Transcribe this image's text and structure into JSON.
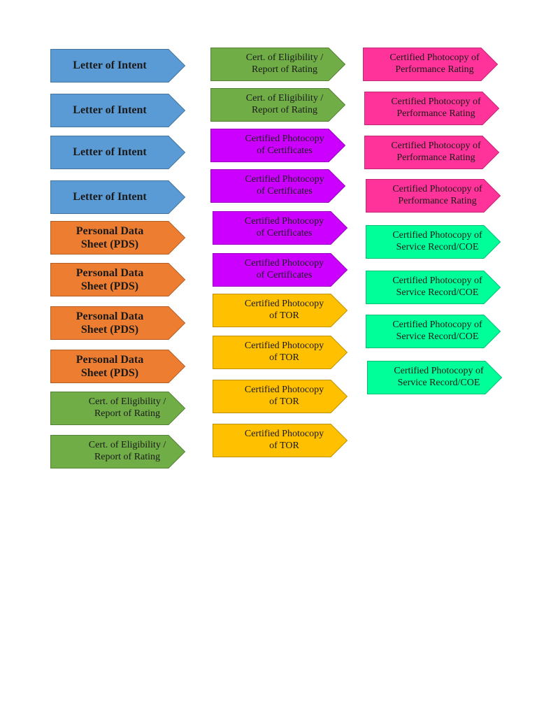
{
  "colors": {
    "blue": "#5b9bd5",
    "orange": "#ed7d31",
    "green": "#70ad47",
    "purple": "#cc00ff",
    "yellow": "#ffc000",
    "pink": "#ff3399",
    "mint": "#00ff99"
  },
  "labels": {
    "letter_of_intent": "Letter of Intent",
    "pds": "Personal Data\nSheet (PDS)",
    "eligibility": "Cert. of Eligibility /\nReport of Rating",
    "certificates": "Certified Photocopy\nof Certificates",
    "tor": "Certified Photocopy\nof TOR",
    "performance": "Certified Photocopy of\nPerformance Rating",
    "service": "Certified Photocopy of\nService Record/COE"
  },
  "columns": {
    "left": [
      {
        "label": "Letter of Intent",
        "color": "#5b9bd5"
      },
      {
        "label": "Letter of Intent",
        "color": "#5b9bd5"
      },
      {
        "label": "Letter of Intent",
        "color": "#5b9bd5"
      },
      {
        "label": "Letter of Intent",
        "color": "#5b9bd5"
      },
      {
        "label": "Personal Data\nSheet (PDS)",
        "color": "#ed7d31"
      },
      {
        "label": "Personal Data\nSheet (PDS)",
        "color": "#ed7d31"
      },
      {
        "label": "Personal Data\nSheet (PDS)",
        "color": "#ed7d31"
      },
      {
        "label": "Personal Data\nSheet (PDS)",
        "color": "#ed7d31"
      },
      {
        "label": "Cert. of Eligibility /\nReport of Rating",
        "color": "#70ad47"
      },
      {
        "label": "Cert. of Eligibility /\nReport of Rating",
        "color": "#70ad47"
      }
    ],
    "middle": [
      {
        "label": "Cert. of Eligibility /\nReport of Rating",
        "color": "#70ad47"
      },
      {
        "label": "Cert. of Eligibility /\nReport of Rating",
        "color": "#70ad47"
      },
      {
        "label": "Certified Photocopy\nof Certificates",
        "color": "#cc00ff"
      },
      {
        "label": "Certified Photocopy\nof Certificates",
        "color": "#cc00ff"
      },
      {
        "label": "Certified Photocopy\nof Certificates",
        "color": "#cc00ff"
      },
      {
        "label": "Certified Photocopy\nof Certificates",
        "color": "#cc00ff"
      },
      {
        "label": "Certified Photocopy\nof TOR",
        "color": "#ffc000"
      },
      {
        "label": "Certified Photocopy\nof TOR",
        "color": "#ffc000"
      },
      {
        "label": "Certified Photocopy\nof TOR",
        "color": "#ffc000"
      },
      {
        "label": "Certified Photocopy\nof TOR",
        "color": "#ffc000"
      }
    ],
    "right": [
      {
        "label": "Certified Photocopy of\nPerformance Rating",
        "color": "#ff3399"
      },
      {
        "label": "Certified Photocopy of\nPerformance Rating",
        "color": "#ff3399"
      },
      {
        "label": "Certified Photocopy of\nPerformance Rating",
        "color": "#ff3399"
      },
      {
        "label": "Certified Photocopy of\nPerformance Rating",
        "color": "#ff3399"
      },
      {
        "label": "Certified Photocopy of\nService Record/COE",
        "color": "#00ff99"
      },
      {
        "label": "Certified Photocopy of\nService Record/COE",
        "color": "#00ff99"
      },
      {
        "label": "Certified Photocopy of\nService Record/COE",
        "color": "#00ff99"
      },
      {
        "label": "Certified Photocopy of\nService Record/COE",
        "color": "#00ff99"
      }
    ]
  }
}
